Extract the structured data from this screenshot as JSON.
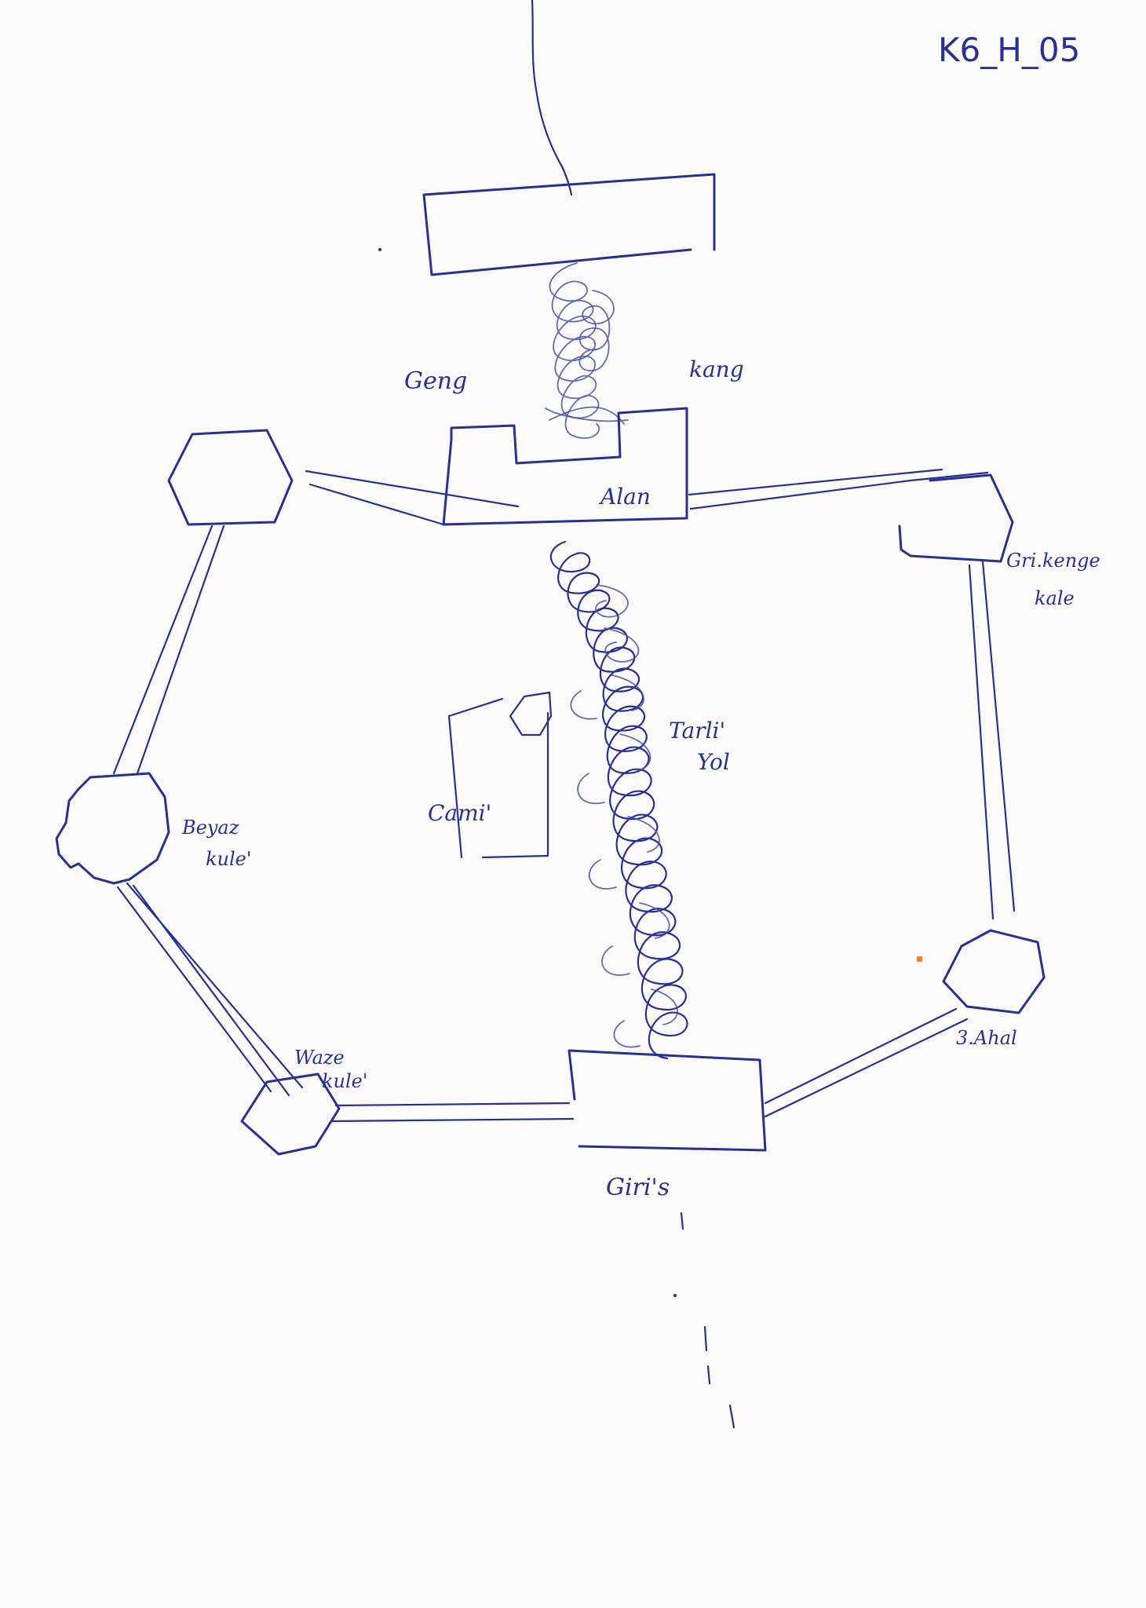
{
  "sheet_code": "K6_H_05",
  "labels": {
    "left_of_entry": "Geng",
    "right_of_entry": "kang",
    "top_node": "Alan",
    "right_top_node_line1": "Gri.kenge",
    "right_top_node_line2": "kale",
    "tower_label_line1": "Tarli'",
    "tower_label_line2": "Yol",
    "left_block": "Cami'",
    "left_mid_node_line1": "Beyaz",
    "left_mid_node_line2": "kule'",
    "bottom_left_node_line1": "Waze",
    "bottom_left_node_line2": "kule'",
    "right_bottom_node": "3.Ahal",
    "bottom_gate": "Giri's"
  },
  "colors": {
    "ink": "#2b2f8f",
    "paper": "#fbfbfc",
    "speck": "#e8823a"
  }
}
